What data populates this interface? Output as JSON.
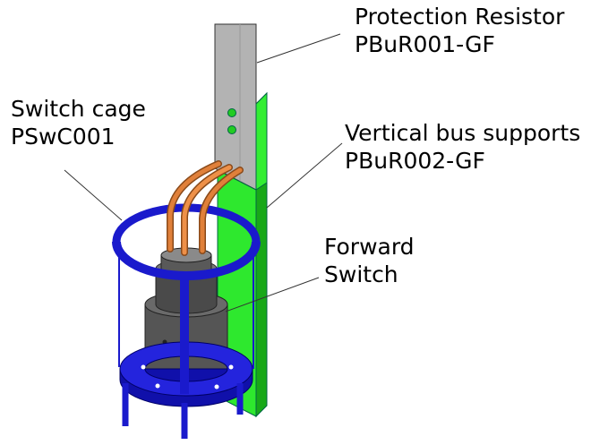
{
  "labels": {
    "protection_resistor": {
      "title": "Protection Resistor",
      "code": "PBuR001-GF"
    },
    "switch_cage": {
      "title": "Switch cage",
      "code": "PSwC001"
    },
    "vertical_bus_supports": {
      "title": "Vertical bus supports",
      "code": "PBuR002-GF"
    },
    "forward_switch": {
      "line1": "Forward",
      "line2": "Switch"
    }
  },
  "colors": {
    "resistor": "#b3b3b3",
    "bus_support": "#22dd22",
    "cage": "#1a1acc",
    "conductor": "#e0803a",
    "switch_body": "#555555"
  }
}
